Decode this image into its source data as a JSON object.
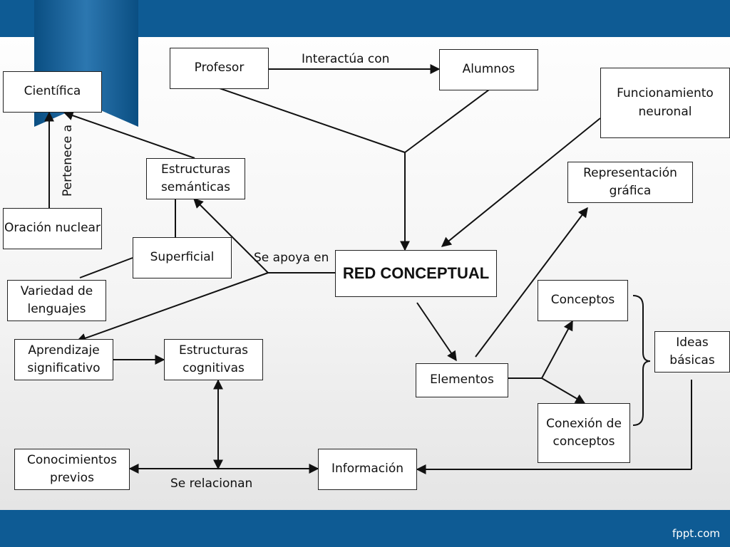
{
  "nodes": {
    "profesor": "Profesor",
    "alumnos": "Alumnos",
    "cientifica": "Científica",
    "funcionamiento": "Funcionamiento neuronal",
    "estructuras_semanticas": "Estructuras semánticas",
    "representacion": "Representación gráfica",
    "oracion": "Oración nuclear",
    "superficial": "Superficial",
    "red": "RED CONCEPTUAL",
    "variedad": "Variedad de lenguajes",
    "conceptos": "Conceptos",
    "ideas": "Ideas básicas",
    "aprendizaje": "Aprendizaje significativo",
    "estructuras_cognitivas": "Estructuras cognitivas",
    "elementos": "Elementos",
    "conexion": "Conexión de conceptos",
    "conocimientos": "Conocimientos previos",
    "informacion": "Información"
  },
  "labels": {
    "interactua": "Interactúa con",
    "pertenece": "Pertenece a",
    "apoya": "Se apoya en",
    "relacionan": "Se relacionan"
  },
  "footer": {
    "brand": "fppt.com"
  },
  "colors": {
    "band": "#0e5b94",
    "line": "#111111"
  }
}
